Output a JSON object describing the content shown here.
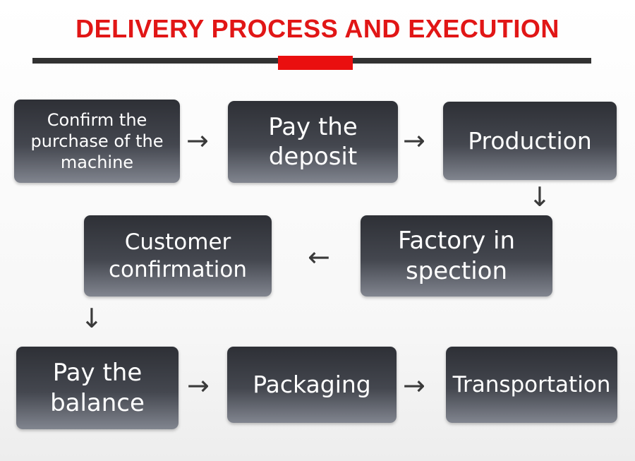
{
  "title": "DELIVERY PROCESS AND EXECUTION",
  "colors": {
    "title": "#e11616",
    "accent": "#ea0f0f",
    "rule": "#323232",
    "box": "#3a3c43"
  },
  "steps": [
    {
      "label": "Confirm the purchase of the machine"
    },
    {
      "label": "Pay the deposit"
    },
    {
      "label": "Production"
    },
    {
      "label": "Factory in spection"
    },
    {
      "label": "Customer confirmation"
    },
    {
      "label": "Pay the balance"
    },
    {
      "label": "Packaging"
    },
    {
      "label": "Transportation"
    }
  ],
  "arrows": {
    "right": "→",
    "left": "←",
    "down": "↓"
  }
}
